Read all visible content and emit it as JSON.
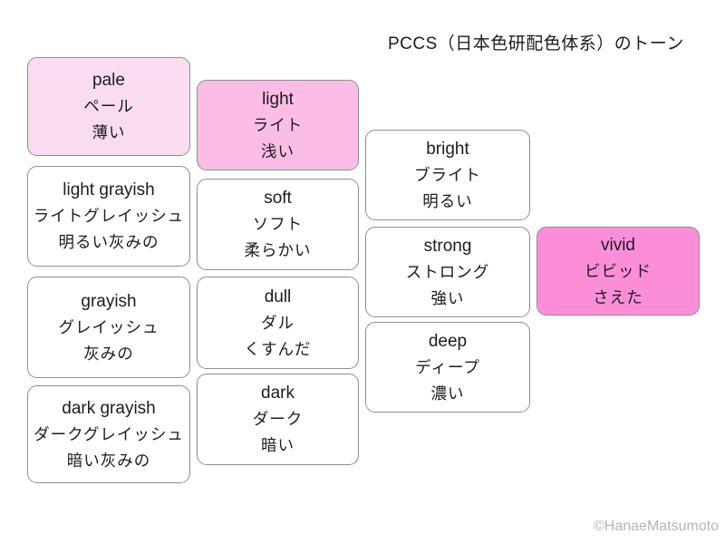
{
  "title": "PCCS（日本色研配色体系）のトーン",
  "credit": "©HanaeMatsumoto",
  "colors": {
    "pale_fill": "#fadcf1",
    "light_fill": "#fbbce6",
    "vivid_fill": "#fc8ed8",
    "box_border": "#8e8e93",
    "default_fill": "#ffffff",
    "text": "#1c1c1e",
    "credit_text": "#b5b5b5"
  },
  "tones": [
    {
      "id": "pale",
      "en": "pale",
      "kana": "ペール",
      "ja": "薄い"
    },
    {
      "id": "light-grayish",
      "en": "light grayish",
      "kana": "ライトグレイッシュ",
      "ja": "明るい灰みの"
    },
    {
      "id": "grayish",
      "en": "grayish",
      "kana": "グレイッシュ",
      "ja": "灰みの"
    },
    {
      "id": "dark-grayish",
      "en": "dark grayish",
      "kana": "ダークグレイッシュ",
      "ja": "暗い灰みの"
    },
    {
      "id": "light",
      "en": "light",
      "kana": "ライト",
      "ja": "浅い"
    },
    {
      "id": "soft",
      "en": "soft",
      "kana": "ソフト",
      "ja": "柔らかい"
    },
    {
      "id": "dull",
      "en": "dull",
      "kana": "ダル",
      "ja": "くすんだ"
    },
    {
      "id": "dark",
      "en": "dark",
      "kana": "ダーク",
      "ja": "暗い"
    },
    {
      "id": "bright",
      "en": "bright",
      "kana": "ブライト",
      "ja": "明るい"
    },
    {
      "id": "strong",
      "en": "strong",
      "kana": "ストロング",
      "ja": "強い"
    },
    {
      "id": "deep",
      "en": "deep",
      "kana": "ディープ",
      "ja": "濃い"
    },
    {
      "id": "vivid",
      "en": "vivid",
      "kana": "ビビッド",
      "ja": "さえた"
    }
  ]
}
